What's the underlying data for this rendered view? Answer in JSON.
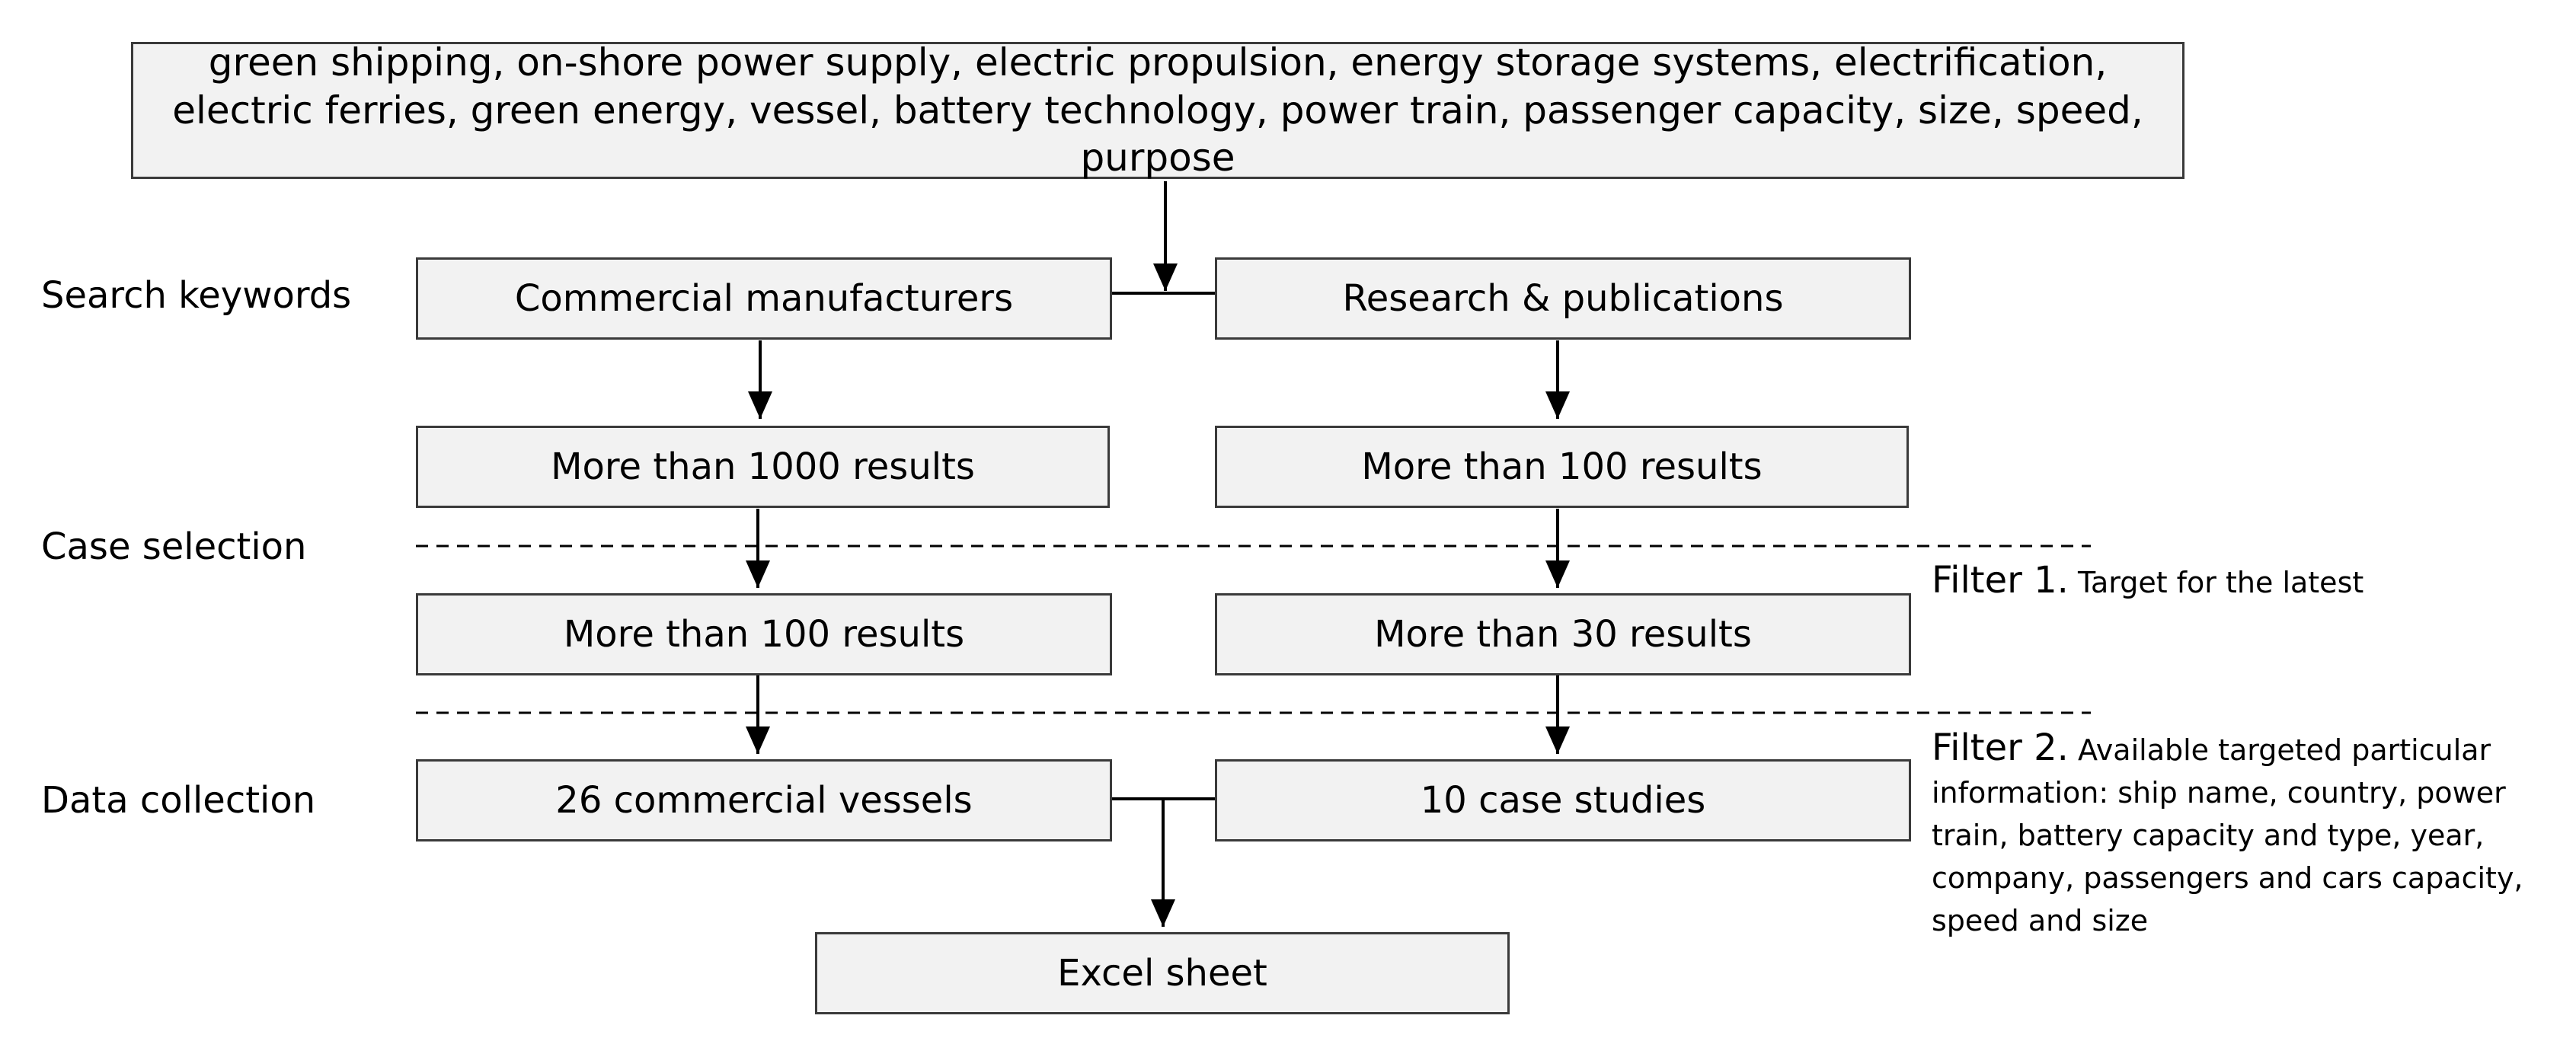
{
  "keywords_box": "green shipping, on-shore power supply, electric propulsion, energy storage systems, electrification, electric ferries, green energy, vessel, battery technology, power train, passenger capacity, size, speed, purpose",
  "stages": {
    "search": "Search keywords",
    "case": "Case selection",
    "data": "Data collection"
  },
  "left_column": {
    "source": "Commercial manufacturers",
    "results_1": "More than 1000 results",
    "results_2": "More than 100 results",
    "final": "26 commercial vessels"
  },
  "right_column": {
    "source": "Research & publications",
    "results_1": "More than 100 results",
    "results_2": "More than 30 results",
    "final": "10 case studies"
  },
  "output": "Excel sheet",
  "filter1": {
    "name": "Filter 1.",
    "text": "Target for the latest"
  },
  "filter2": {
    "name": "Filter 2.",
    "text": "Available targeted particular information: ship name, country, power train, battery capacity and type, year, company, passengers and cars capacity, speed and size"
  }
}
